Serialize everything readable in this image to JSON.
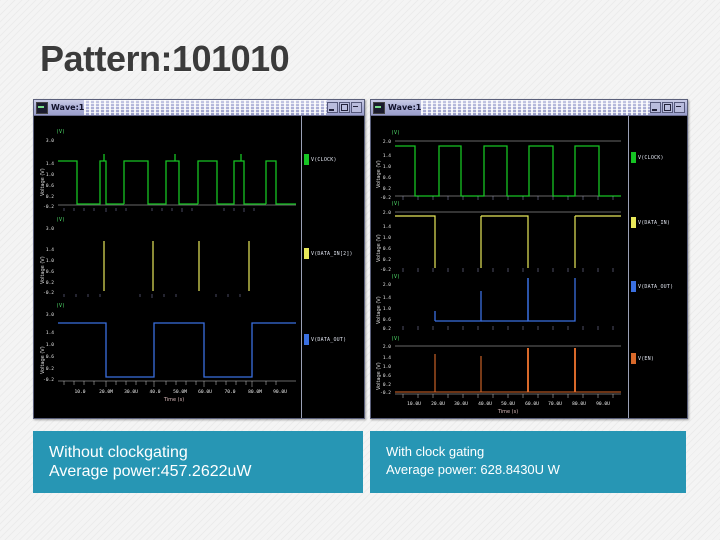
{
  "slide": {
    "title": "Pattern:101010",
    "background_color": "#f4f4f4",
    "accent_color": "#2796b4"
  },
  "windows": [
    {
      "id": "left",
      "titlebar": {
        "title": "Wave:1",
        "icon": "waveform-icon",
        "buttons": [
          "minimize",
          "maximize",
          "close"
        ]
      },
      "plot": {
        "xlabel": "Time (s)",
        "ylabel": "Voltage (V)",
        "xticks": [
          "10.0",
          "20.0M",
          "30.0U",
          "40.0",
          "50.0M",
          "60.0U",
          "70.0",
          "80.0M",
          "90.0U"
        ],
        "yticks": [
          "3.0",
          "1.4",
          "1.0",
          "0.6",
          "0.2",
          "-0.2"
        ],
        "panel_top_label": "(V)",
        "panels": [
          {
            "name": "clock",
            "color": "#16c423",
            "legend": "V(CLOCK)",
            "signal": "square-burst"
          },
          {
            "name": "data-in",
            "color": "#e8e85a",
            "legend": "V(DATA_IN[2])",
            "signal": "pulse-edges"
          },
          {
            "name": "data-out",
            "color": "#3a6fe0",
            "legend": "V(DATA_OUT)",
            "signal": "square-slow"
          }
        ]
      }
    },
    {
      "id": "right",
      "titlebar": {
        "title": "Wave:1",
        "icon": "waveform-icon",
        "buttons": [
          "minimize",
          "maximize",
          "close"
        ]
      },
      "plot": {
        "xlabel": "Time (s)",
        "ylabel": "Voltage (V)",
        "xticks": [
          "10.0U",
          "20.0U",
          "30.0U",
          "40.0U",
          "50.0U",
          "60.0U",
          "70.0U",
          "80.0U",
          "90.0U"
        ],
        "yticks": [
          "2.0",
          "1.4",
          "1.0",
          "0.6",
          "0.2",
          "-0.2"
        ],
        "panel_top_label": "(V)",
        "panels": [
          {
            "name": "clock",
            "color": "#16c423",
            "legend": "V(CLOCK)",
            "signal": "square-clock"
          },
          {
            "name": "data-in",
            "color": "#e8e85a",
            "legend": "V(DATA_IN)",
            "signal": "hold-drop"
          },
          {
            "name": "data-out",
            "color": "#3a6fe0",
            "legend": "V(DATA_OUT)",
            "signal": "step-pulse"
          },
          {
            "name": "enable",
            "color": "#d9692a",
            "legend": "V(EN)",
            "signal": "spikes"
          }
        ]
      }
    }
  ],
  "captions": [
    {
      "id": "left",
      "line1": "Without clockgating",
      "line2": "Average power:457.2622uW"
    },
    {
      "id": "right",
      "line1": "With clock gating",
      "line2": "Average power: 628.8430U W"
    }
  ]
}
